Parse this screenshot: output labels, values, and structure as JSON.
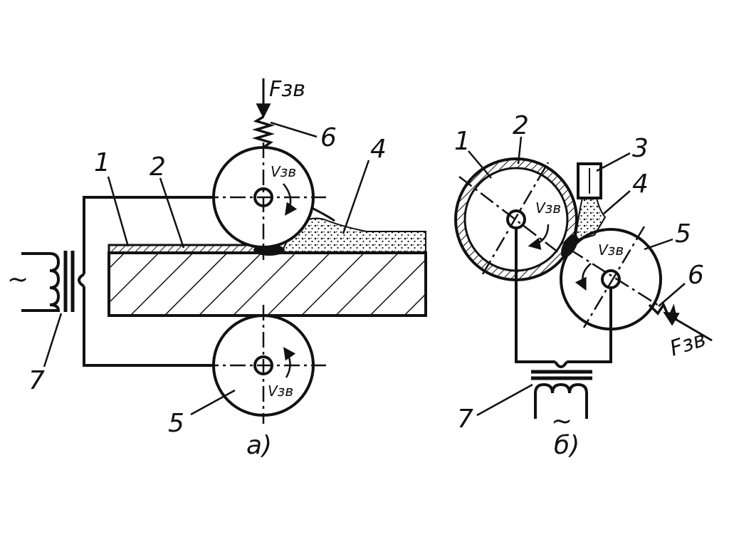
{
  "diagram_a": {
    "force_label": "Fзв",
    "speed_label_top": "Vзв",
    "speed_label_bottom": "Vзв",
    "ac_symbol": "~",
    "caption": "а)",
    "labels": {
      "n1": "1",
      "n2": "2",
      "n4": "4",
      "n5": "5",
      "n6": "6",
      "n7": "7"
    }
  },
  "diagram_b": {
    "force_label": "Fзв",
    "speed_label_left": "Vзв",
    "speed_label_right": "Vзв",
    "ac_symbol": "~",
    "caption": "б)",
    "labels": {
      "n1": "1",
      "n2": "2",
      "n3": "3",
      "n4": "4",
      "n5": "5",
      "n6": "6",
      "n7": "7"
    }
  },
  "colors": {
    "ink": "#111111",
    "background": "#ffffff"
  }
}
